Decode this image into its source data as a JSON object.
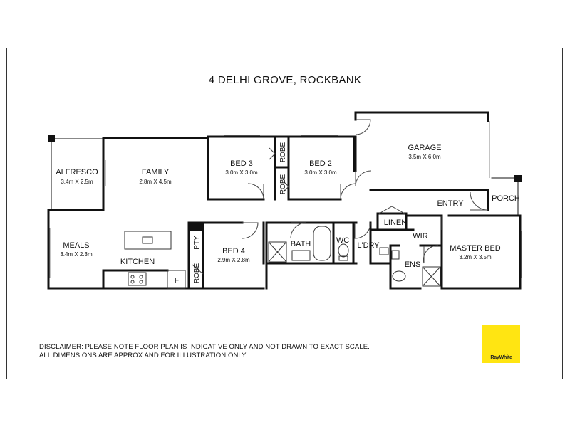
{
  "title": "4 DELHI GROVE, ROCKBANK",
  "rooms": {
    "alfresco": {
      "name": "ALFRESCO",
      "dim": "3.4m X 2.5m"
    },
    "family": {
      "name": "FAMILY",
      "dim": "2.8m X 4.5m"
    },
    "bed3": {
      "name": "BED 3",
      "dim": "3.0m X 3.0m"
    },
    "bed2": {
      "name": "BED 2",
      "dim": "3.0m X 3.0m"
    },
    "garage": {
      "name": "GARAGE",
      "dim": "3.5m X 6.0m"
    },
    "meals": {
      "name": "MEALS",
      "dim": "3.4m X 2.3m"
    },
    "kitchen": {
      "name": "KITCHEN"
    },
    "bed4": {
      "name": "BED 4",
      "dim": "2.9m X 2.8m"
    },
    "master": {
      "name": "MASTER BED",
      "dim": "3.2m X 3.5m"
    },
    "robe_a": {
      "name": "ROBE"
    },
    "robe_b": {
      "name": "ROBE"
    },
    "robe_c": {
      "name": "ROBE"
    },
    "pty": {
      "name": "PTY"
    },
    "fridge": {
      "name": "F"
    },
    "bath": {
      "name": "BATH"
    },
    "wc": {
      "name": "WC"
    },
    "ldry": {
      "name": "L'DRY"
    },
    "linen": {
      "name": "LINEN"
    },
    "wir": {
      "name": "WIR"
    },
    "ens": {
      "name": "ENS"
    },
    "entry": {
      "name": "ENTRY"
    },
    "porch": {
      "name": "PORCH"
    }
  },
  "disclaimer": {
    "line1": "DISCLAIMER: PLEASE NOTE FLOOR PLAN IS INDICATIVE ONLY AND NOT DRAWN TO EXACT SCALE.",
    "line2": "ALL DIMENSIONS ARE APPROX AND FOR ILLUSTRATION ONLY."
  },
  "logo": {
    "text": "RayWhite",
    "color": "#ffe512"
  }
}
